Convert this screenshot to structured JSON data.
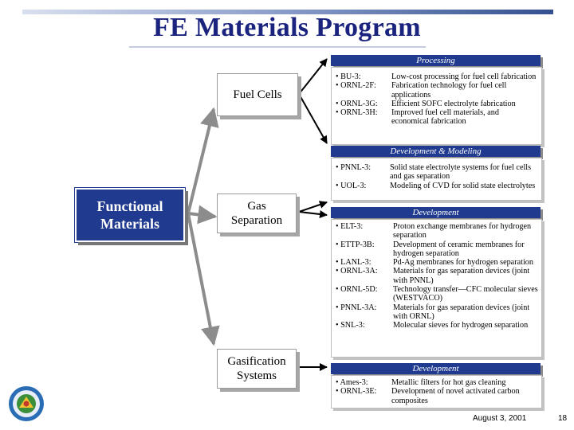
{
  "title": "FE Materials Program",
  "colors": {
    "navy": "#1f3a8f",
    "title": "#1a237e",
    "arrow": "#8c8c8c"
  },
  "nodes": {
    "functional_materials": "Functional Materials",
    "fuel_cells": "Fuel Cells",
    "gas_separation": "Gas Separation",
    "gasification_systems": "Gasification Systems"
  },
  "panels": {
    "processing": {
      "header": "Processing",
      "items": [
        {
          "code": "• BU-3:",
          "desc": "Low-cost processing for fuel cell fabrication"
        },
        {
          "code": "• ORNL-2F:",
          "desc": "Fabrication technology for fuel cell applications"
        },
        {
          "code": "• ORNL-3G:",
          "desc": "Efficient SOFC electrolyte fabrication"
        },
        {
          "code": "• ORNL-3H:",
          "desc": "Improved fuel cell materials, and economical fabrication"
        }
      ]
    },
    "dev_modeling": {
      "header": "Development & Modeling",
      "items": [
        {
          "code": "• PNNL-3:",
          "desc": "Solid state electrolyte systems for fuel cells and gas separation"
        },
        {
          "code": "• UOL-3:",
          "desc": "Modeling of CVD for solid state electrolytes"
        }
      ]
    },
    "development_gas": {
      "header": "Development",
      "items": [
        {
          "code": "• ELT-3:",
          "desc": "Proton exchange membranes for hydrogen separation"
        },
        {
          "code": "• ETTP-3B:",
          "desc": "Development of ceramic membranes for hydrogen separation"
        },
        {
          "code": "• LANL-3:",
          "desc": "Pd-Ag membranes for hydrogen separation"
        },
        {
          "code": "• ORNL-3A:",
          "desc": "Materials for gas separation devices (joint with PNNL)"
        },
        {
          "code": "• ORNL-5D:",
          "desc": "Technology transfer—CFC molecular sieves (WESTVACO)"
        },
        {
          "code": "• PNNL-3A:",
          "desc": "Materials for gas separation devices (joint with ORNL)"
        },
        {
          "code": "• SNL-3:",
          "desc": "Molecular sieves for hydrogen separation"
        }
      ]
    },
    "development_gasification": {
      "header": "Development",
      "items": [
        {
          "code": "• Ames-3:",
          "desc": "Metallic filters for hot gas cleaning"
        },
        {
          "code": "• ORNL-3E:",
          "desc": "Development of novel activated carbon composites"
        }
      ]
    }
  },
  "footer": {
    "date": "August 3, 2001",
    "page": "18"
  }
}
